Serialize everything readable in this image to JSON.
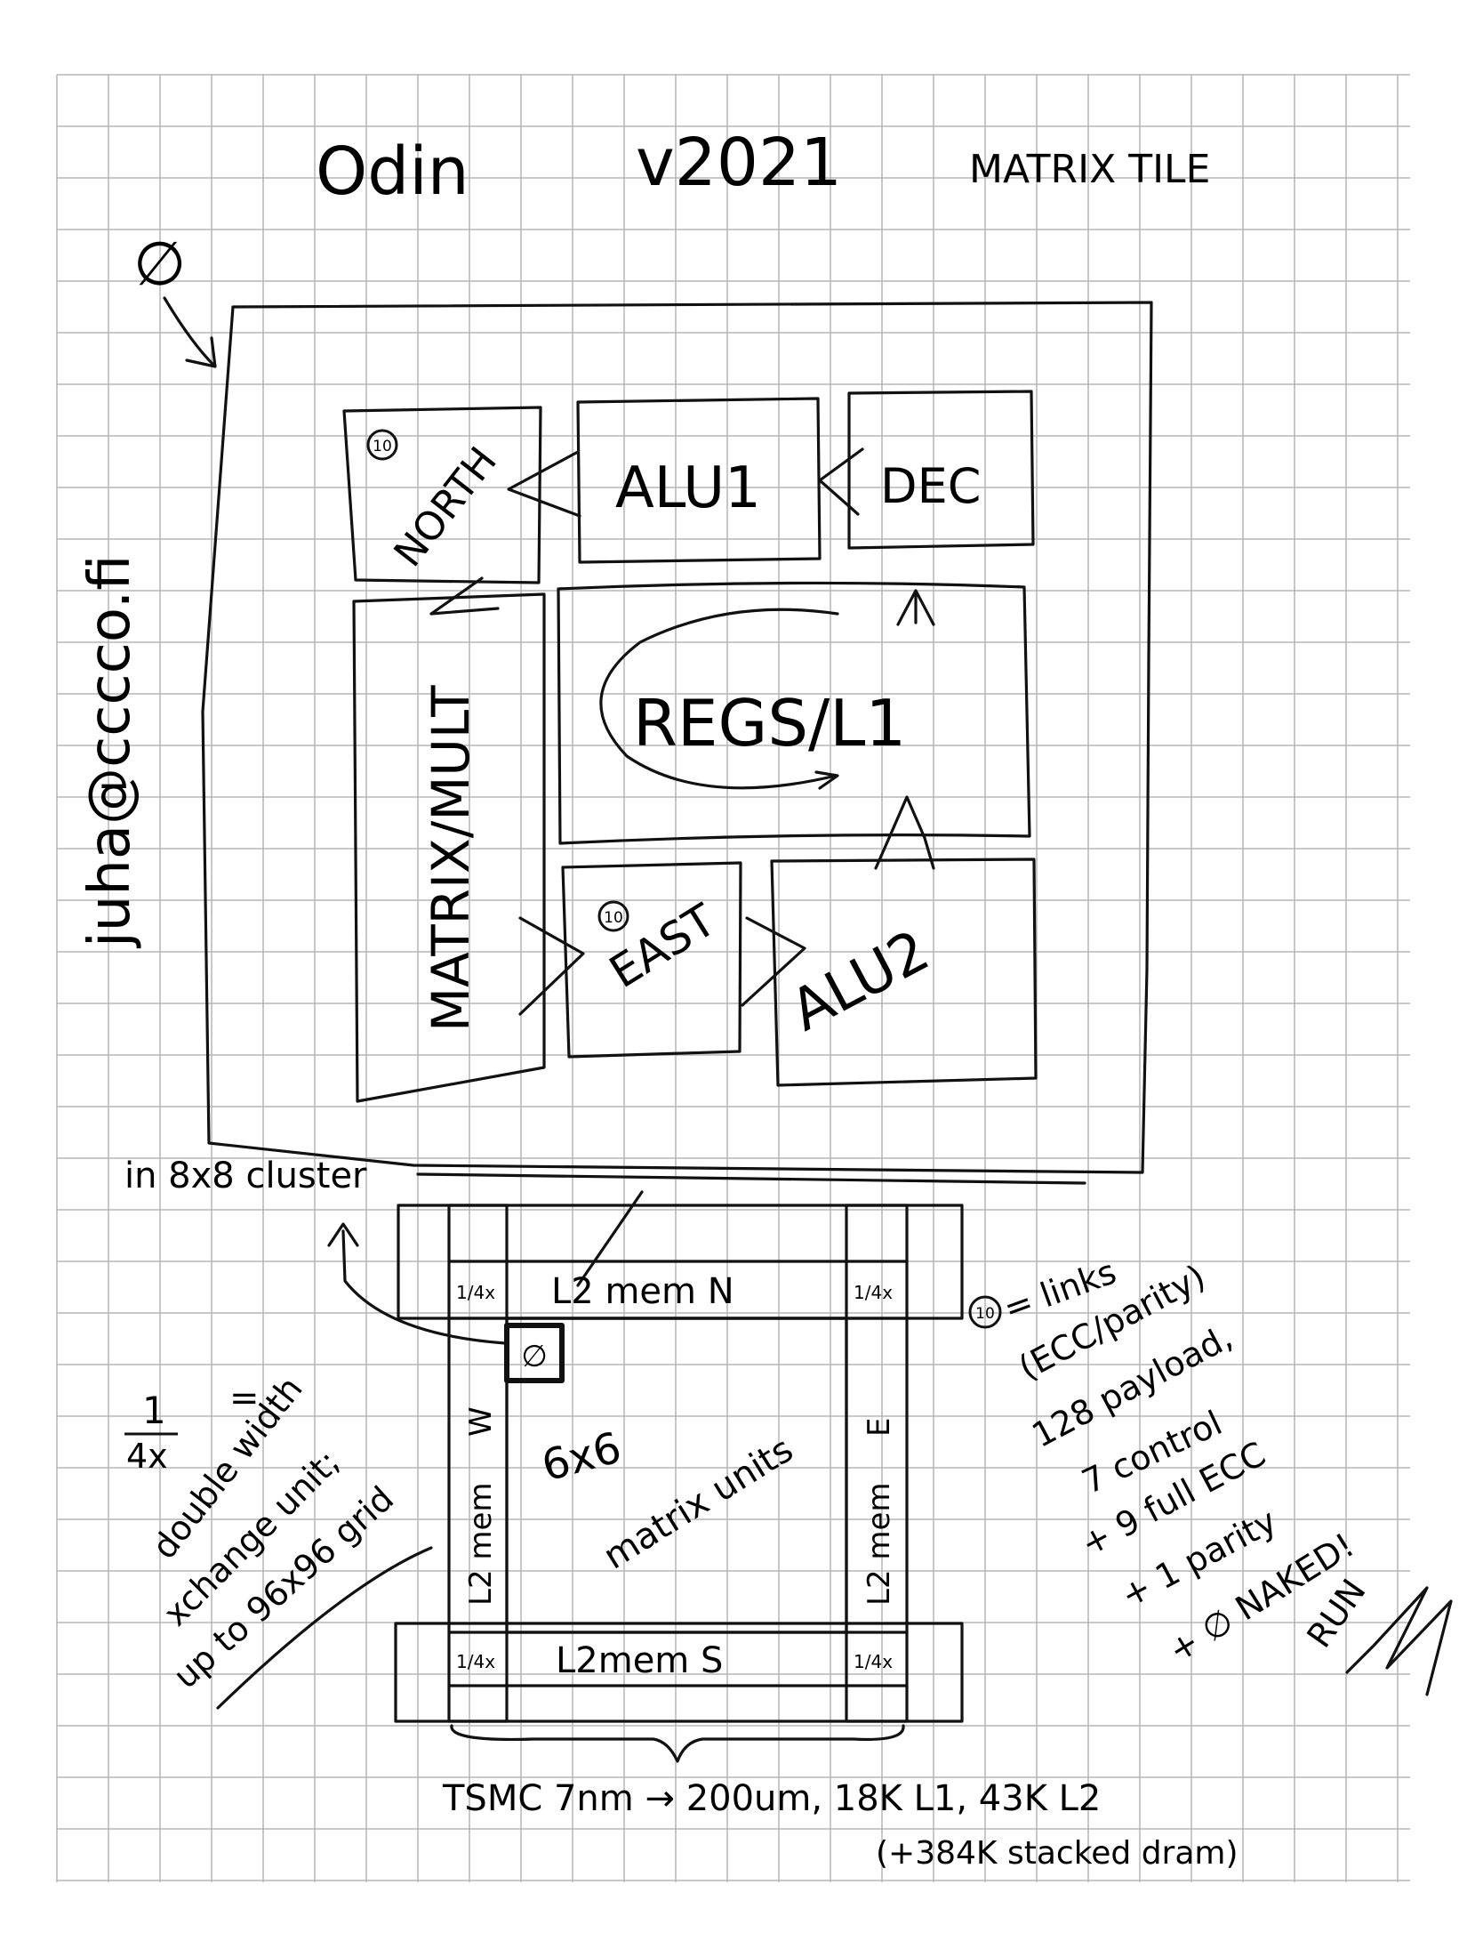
{
  "colors": {
    "ink": "#111111",
    "grid": "#b5b5b5",
    "paper": "#ffffff"
  },
  "header": {
    "title": "Odin",
    "version": "v2021",
    "subtitle": "MATRIX TILE"
  },
  "side_note": "juha@cccco.fi",
  "marker_null": "∅",
  "tile": {
    "north": "NORTH",
    "north_badge": "10",
    "alu1": "ALU1",
    "dec": "DEC",
    "regs": "REGS/L1",
    "matrix": "MATRIX/MULT",
    "east": "EAST",
    "east_badge": "10",
    "alu2": "ALU2"
  },
  "cluster_note": "in 8x8 cluster",
  "cluster": {
    "l2_north": "L2 mem N",
    "l2_south": "L2mem S",
    "l2_west": "L2 mem",
    "l2_west_tag": "W",
    "l2_east": "L2 mem",
    "l2_east_tag": "E",
    "corner_label": "1/4x",
    "tile_marker": "∅",
    "center_line1": "6x6",
    "center_line2": "matrix units"
  },
  "left_note": {
    "fraction_num": "1",
    "fraction_den": "4x",
    "equals": "=",
    "lines": [
      "double width",
      "xchange unit;",
      "up to 96x96 grid"
    ]
  },
  "right_note": {
    "badge": "10",
    "lines": [
      "= links",
      "(ECC/parity)",
      "128 payload,",
      "7 control",
      "+ 9 full ECC",
      "+ 1 parity",
      "+ ∅ NAKED!",
      "RUN"
    ]
  },
  "footer": {
    "line1": "TSMC 7nm → 200um, 18K L1, 43K L2",
    "line2": "(+384K stacked dram)"
  }
}
